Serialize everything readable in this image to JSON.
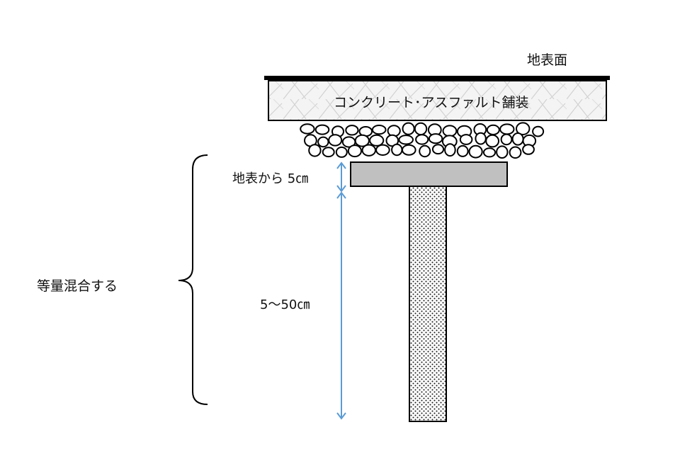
{
  "labels": {
    "ground_surface": "地表面",
    "pavement": "コンクリート･アスファルト舗装",
    "depth_from_surface": "地表から 5㎝",
    "depth_range": "5～50㎝",
    "mix_equally": "等量混合する"
  },
  "colors": {
    "ink": "#000000",
    "arrow": "#5b9bd5",
    "plate": "#c0c0c0",
    "pavement_fill": "#f4f4f4",
    "hatch": "#cfcfcf"
  }
}
